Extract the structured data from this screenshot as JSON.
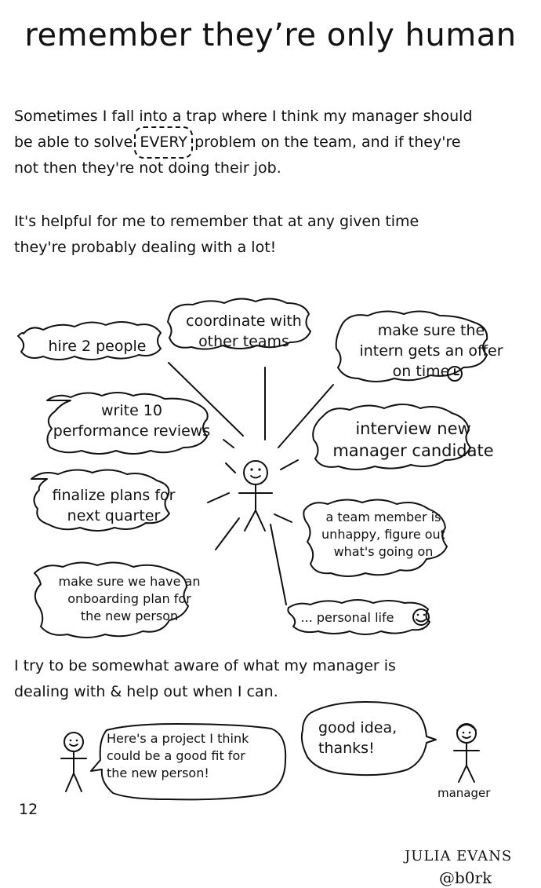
{
  "title": "remember they’re only human",
  "intro": {
    "lines": [
      "Sometimes I fall into a trap where I think my manager should",
      "be able to solve",
      "EVERY",
      "problem on the team, and if they're",
      "not then they're not doing their job."
    ],
    "second": [
      "It's helpful for me to remember that at any given time",
      "they're probably dealing with a lot!"
    ]
  },
  "tasks": {
    "hire": "hire 2 people",
    "coordinate": [
      "coordinate with",
      "other teams"
    ],
    "intern": [
      "make sure the",
      "intern gets an offer",
      "on time"
    ],
    "reviews": [
      "write 10",
      "performance reviews"
    ],
    "interview": [
      "interview new",
      "manager candidate"
    ],
    "plans": [
      "finalize plans for",
      "next quarter"
    ],
    "unhappy": [
      "a team member is",
      "unhappy, figure out",
      "what's going on"
    ],
    "onboarding": [
      "make sure we have an",
      "onboarding plan for",
      "the new person"
    ],
    "personal": "... personal life"
  },
  "outro": [
    "I try to be somewhat aware of what my manager is",
    "dealing with & help out when I can."
  ],
  "dialog": {
    "me": [
      "Here's a project I think",
      "could be a good fit for",
      "the new person!"
    ],
    "manager_reply": [
      "good idea,",
      "thanks!"
    ],
    "manager_label": "manager"
  },
  "page_number": "12",
  "signature": [
    "JULIA EVANS",
    "@b0rk"
  ]
}
